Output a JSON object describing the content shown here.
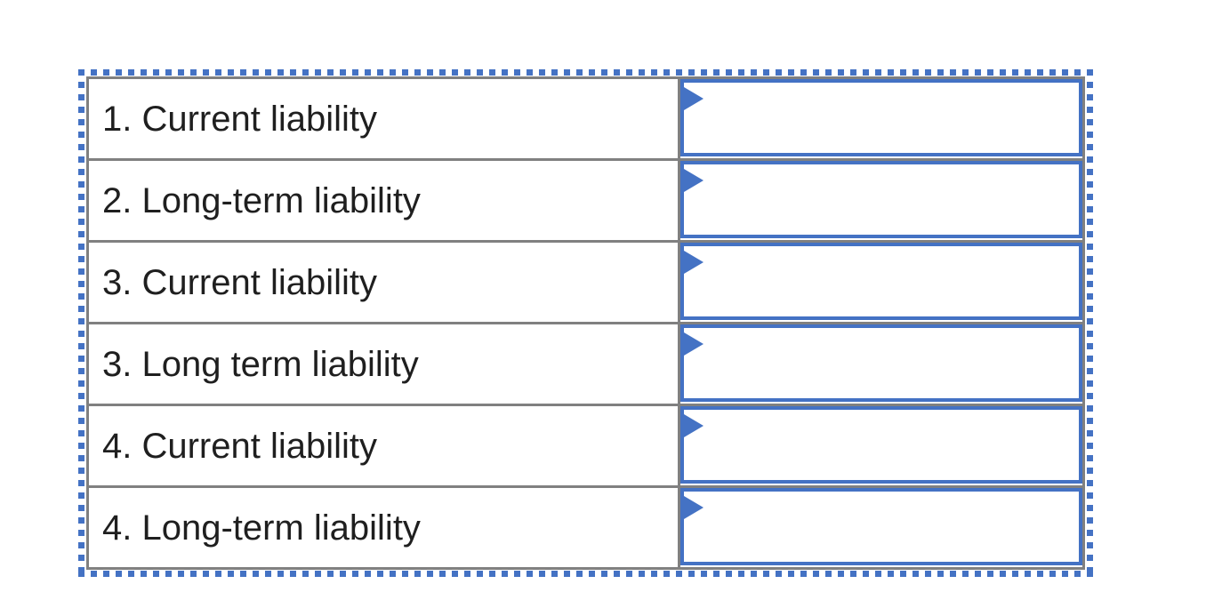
{
  "colors": {
    "selection_blue": "#4472C4",
    "table_border_gray": "#808080",
    "text": "#1f1f1f",
    "background": "#ffffff"
  },
  "table": {
    "rows": [
      {
        "label": "1. Current liability",
        "answer": ""
      },
      {
        "label": "2. Long-term liability",
        "answer": ""
      },
      {
        "label": "3. Current liability",
        "answer": ""
      },
      {
        "label": "3. Long term liability",
        "answer": ""
      },
      {
        "label": "4. Current liability",
        "answer": ""
      },
      {
        "label": "4. Long-term liability",
        "answer": ""
      }
    ]
  }
}
